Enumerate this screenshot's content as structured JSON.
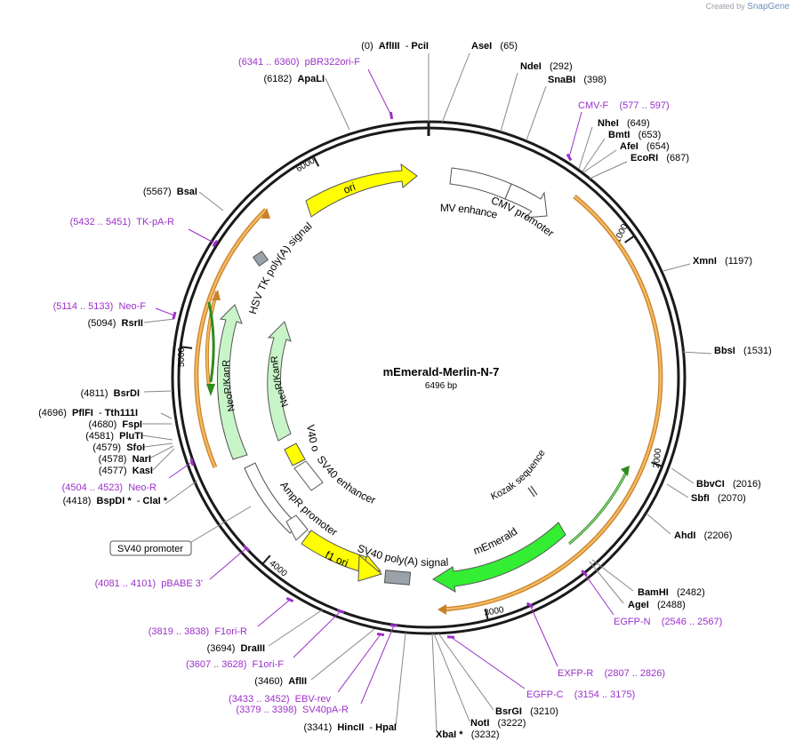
{
  "credit": {
    "prefix": "Created by",
    "brand": "SnapGene"
  },
  "map": {
    "name": "mEmerald-Merlin-N-7",
    "length_label": "6496 bp",
    "total_bp": 6496,
    "ticks": [
      {
        "bp": 1000,
        "label": "1000"
      },
      {
        "bp": 2000,
        "label": "2000"
      },
      {
        "bp": 3000,
        "label": "3000"
      },
      {
        "bp": 4000,
        "label": "4000"
      },
      {
        "bp": 5000,
        "label": "5000"
      },
      {
        "bp": 6000,
        "label": "6000"
      }
    ],
    "colors": {
      "ring": "#1a1a1a",
      "enzyme": "#000000",
      "primer": "#9b30c8",
      "orf_fill": "#f4b860",
      "orf_stroke": "#c8822a",
      "green_line": "#2e8b1e",
      "ori_fill": "#ffff00",
      "promoter_fill": "#ffffff",
      "neo_fill": "#c8f5c8",
      "emerald_fill": "#33ee33",
      "polyA_fill": "#9aa2aa"
    },
    "features": [
      {
        "label": "ori",
        "type": "ori"
      },
      {
        "label": "CMV enhancer",
        "type": "promoter"
      },
      {
        "label": "CMV promoter",
        "type": "promoter"
      },
      {
        "label": "HSV TK poly(A) signal",
        "type": "polyA"
      },
      {
        "label": "NeoR/KanR",
        "type": "neo"
      },
      {
        "label": "NeoR/KanR",
        "type": "neo"
      },
      {
        "label": "SV40 ori",
        "type": "ori"
      },
      {
        "label": "SV40 enhancer",
        "type": "promoter"
      },
      {
        "label": "Kozak sequence",
        "type": "misc"
      },
      {
        "label": "mEmerald",
        "type": "cds"
      },
      {
        "label": "AmpR promoter",
        "type": "promoter"
      },
      {
        "label": "f1 ori",
        "type": "ori"
      },
      {
        "label": "SV40 poly(A) signal",
        "type": "polyA"
      },
      {
        "label": "SV40 promoter",
        "type": "boxed"
      }
    ],
    "enzymes": [
      {
        "pos": "(0)",
        "name": "AflIII",
        "extra": " - PciI"
      },
      {
        "pos": "(65)",
        "name": "AseI",
        "extra": ""
      },
      {
        "pos": "(292)",
        "name": "NdeI",
        "extra": ""
      },
      {
        "pos": "(398)",
        "name": "SnaBI",
        "extra": ""
      },
      {
        "pos": "(649)",
        "name": "NheI",
        "extra": ""
      },
      {
        "pos": "(653)",
        "name": "BmtI",
        "extra": ""
      },
      {
        "pos": "(654)",
        "name": "AfeI",
        "extra": ""
      },
      {
        "pos": "(687)",
        "name": "EcoRI",
        "extra": ""
      },
      {
        "pos": "(1197)",
        "name": "XmnI",
        "extra": ""
      },
      {
        "pos": "(1531)",
        "name": "BbsI",
        "extra": ""
      },
      {
        "pos": "(2016)",
        "name": "BbvCI",
        "extra": ""
      },
      {
        "pos": "(2070)",
        "name": "SbfI",
        "extra": ""
      },
      {
        "pos": "(2206)",
        "name": "AhdI",
        "extra": ""
      },
      {
        "pos": "(2482)",
        "name": "BamHI",
        "extra": ""
      },
      {
        "pos": "(2488)",
        "name": "AgeI",
        "extra": ""
      },
      {
        "pos": "(3210)",
        "name": "BsrGI",
        "extra": ""
      },
      {
        "pos": "(3222)",
        "name": "NotI",
        "extra": ""
      },
      {
        "pos": "(3232)",
        "name": "XbaI *",
        "extra": ""
      },
      {
        "pos": "(3341)",
        "name": "HincII",
        "extra": " - HpaI"
      },
      {
        "pos": "(3460)",
        "name": "AflII",
        "extra": ""
      },
      {
        "pos": "(3694)",
        "name": "DraIII",
        "extra": ""
      },
      {
        "pos": "(4418)",
        "name": "BspDI *",
        "extra": " - ClaI *"
      },
      {
        "pos": "(4577)",
        "name": "KasI",
        "extra": ""
      },
      {
        "pos": "(4578)",
        "name": "NarI",
        "extra": ""
      },
      {
        "pos": "(4579)",
        "name": "SfoI",
        "extra": ""
      },
      {
        "pos": "(4581)",
        "name": "PluTI",
        "extra": ""
      },
      {
        "pos": "(4680)",
        "name": "FspI",
        "extra": ""
      },
      {
        "pos": "(4696)",
        "name": "PflFI",
        "extra": " - Tth111I"
      },
      {
        "pos": "(4811)",
        "name": "BsrDI",
        "extra": ""
      },
      {
        "pos": "(5094)",
        "name": "RsrII",
        "extra": ""
      },
      {
        "pos": "(5567)",
        "name": "BsaI",
        "extra": ""
      },
      {
        "pos": "(6182)",
        "name": "ApaLI",
        "extra": ""
      }
    ],
    "primers": [
      {
        "range": "(6341 .. 6360)",
        "name": "pBR322ori-F"
      },
      {
        "range": "(577 .. 597)",
        "name": "CMV-F"
      },
      {
        "range": "(5432 .. 5451)",
        "name": "TK-pA-R"
      },
      {
        "range": "(5114 .. 5133)",
        "name": "Neo-F"
      },
      {
        "range": "(4504 .. 4523)",
        "name": "Neo-R"
      },
      {
        "range": "(4081 .. 4101)",
        "name": "pBABE 3'"
      },
      {
        "range": "(3819 .. 3838)",
        "name": "F1ori-R"
      },
      {
        "range": "(3607 .. 3628)",
        "name": "F1ori-F"
      },
      {
        "range": "(3433 .. 3452)",
        "name": "EBV-rev"
      },
      {
        "range": "(3379 .. 3398)",
        "name": "SV40pA-R"
      },
      {
        "range": "(2546 .. 2567)",
        "name": "EGFP-N"
      },
      {
        "range": "(2807 .. 2826)",
        "name": "EXFP-R"
      },
      {
        "range": "(3154 .. 3175)",
        "name": "EGFP-C"
      }
    ]
  }
}
